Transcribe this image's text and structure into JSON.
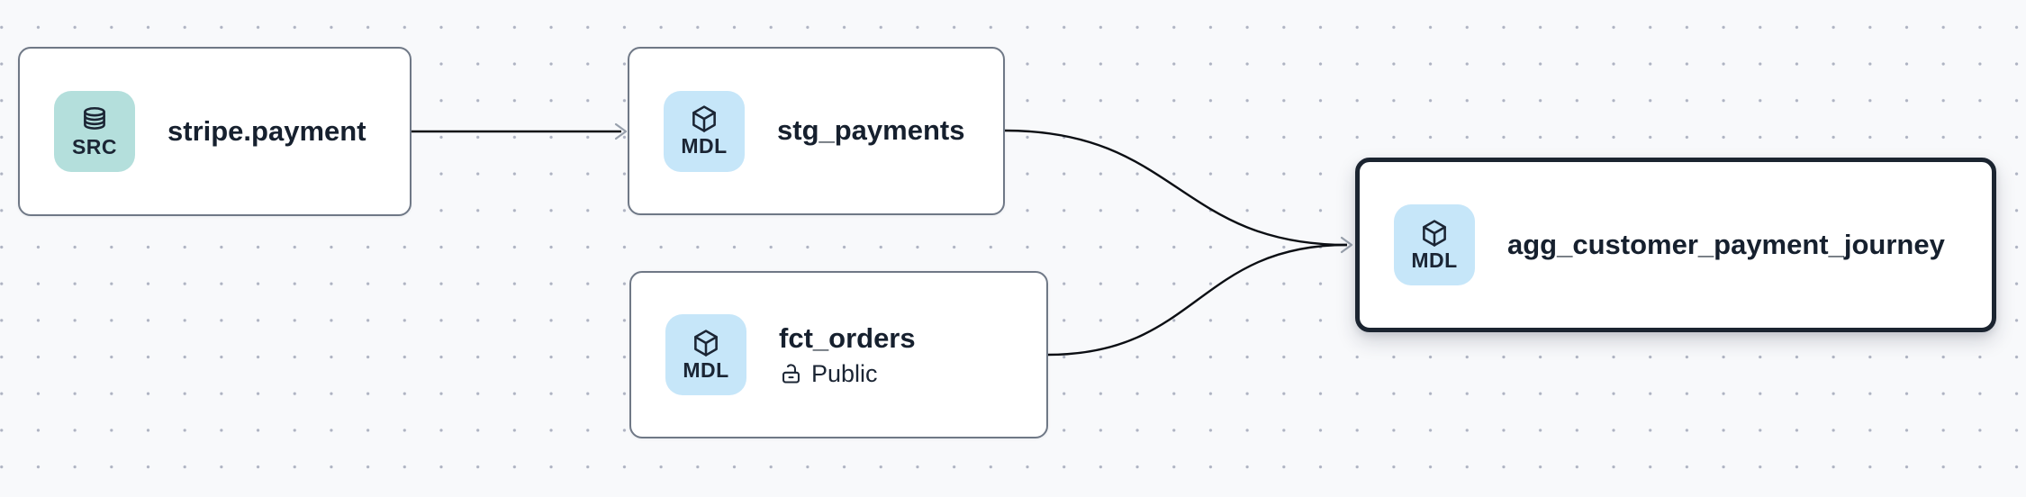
{
  "canvas": {
    "background_color": "#f8f9fb",
    "dot_color": "#aeb3c2",
    "node_border_color": "#6f7886",
    "selected_border_color": "#1b2430",
    "edge_color": "#0c0f14",
    "arrowhead_color": "#98a0ac",
    "text_color": "#16202e"
  },
  "badge_colors": {
    "src": "#b4dfdc",
    "mdl": "#c6e6f9"
  },
  "nodes": [
    {
      "title": "stripe.payment",
      "badge": {
        "label": "SRC",
        "icon": "database-icon",
        "color": "#b4dfdc"
      },
      "selected": false
    },
    {
      "title": "stg_payments",
      "badge": {
        "label": "MDL",
        "icon": "cube-icon",
        "color": "#c6e6f9"
      },
      "selected": false
    },
    {
      "title": "fct_orders",
      "badge": {
        "label": "MDL",
        "icon": "cube-icon",
        "color": "#c6e6f9"
      },
      "access": {
        "icon": "lock-open-icon",
        "label": "Public"
      },
      "selected": false
    },
    {
      "title": "agg_customer_payment_journey",
      "badge": {
        "label": "MDL",
        "icon": "cube-icon",
        "color": "#c6e6f9"
      },
      "selected": true
    }
  ],
  "edges": [
    {
      "from": "stripe.payment",
      "to": "stg_payments"
    },
    {
      "from": "stg_payments",
      "to": "agg_customer_payment_journey"
    },
    {
      "from": "fct_orders",
      "to": "agg_customer_payment_journey"
    }
  ]
}
